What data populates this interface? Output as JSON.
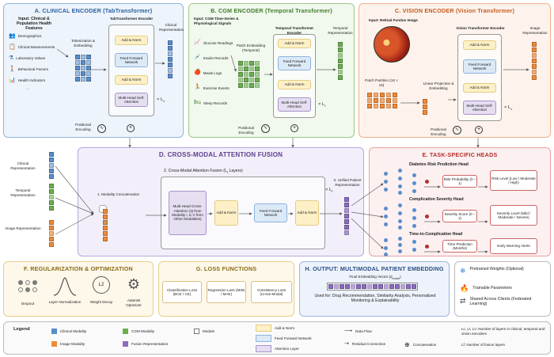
{
  "panelA": {
    "title": "A. CLINICAL ENCODER (TabTransformer)",
    "input_label": "Input: Clinical & Population Health Features",
    "features": [
      "Demographics",
      "Clinical Measurements",
      "Laboratory Values",
      "Behavioral Factors",
      "Health Indicators",
      "..."
    ],
    "tokenization": "Tokenization & Embedding",
    "encoder_title": "TabTransformer Encoder",
    "add_norm": "Add & Norm",
    "ffn": "Feed Forward Network",
    "mhsa": "Multi-Head Self-Attention",
    "repr": "Clinical Representation",
    "layers": "× L",
    "layers_sub": "c",
    "pos_enc": "Positional Encoding"
  },
  "panelB": {
    "title": "B. CGM ENCODER (Temporal Transformer)",
    "input_label": "Input: CGM Time-Series & Physiological Signals",
    "signals": [
      "Glucose Readings",
      "Insulin Records",
      "Meals Logs",
      "Exercise Events",
      "Sleep Records"
    ],
    "patch_embed": "Patch Embedding (Temporal)",
    "encoder_title": "Temporal Transformer Encoder",
    "add_norm": "Add & Norm",
    "ffn": "Feed Forward Network",
    "mhsa": "Multi-Head Self-Attention",
    "repr": "Temporal Representation",
    "layers": "× L",
    "layers_sub": "t",
    "pos_enc": "Positional Encoding"
  },
  "panelC": {
    "title": "C. VISION ENCODER (Vision Transformer)",
    "input_label": "Input: Retinal Fundus Image",
    "patch_partition": "Patch Partition (16 × 16)",
    "linear_proj": "Linear Projection & Embedding",
    "encoder_title": "Vision Transformer Encoder",
    "add_norm": "Add & Norm",
    "ffn": "Feed Forward Network",
    "mhsa": "Multi-Head Self-Attention",
    "repr": "Image Representation",
    "layers": "× L",
    "layers_sub": "v",
    "pos_enc": "Positional Encoding"
  },
  "panelD": {
    "title": "D. CROSS-MODAL ATTENTION FUSION",
    "inputs": [
      "Clinical Representation",
      "Temporal Representation",
      "Image Representation"
    ],
    "step1": "1. Modality Concatenation",
    "step2": "2. Cross-Modal Attention Fusion (L",
    "step2_sub": "f",
    "step2_end": " Layers)",
    "mhca": "Multi-Head Cross-Attention (Q from Modality i, K,V from Other Modalities)",
    "add_norm": "Add & Norm",
    "ffn": "Feed Forward Network",
    "step3": "3. Unified Patient Representation",
    "layers": "× L",
    "layers_sub": "f"
  },
  "panelE": {
    "title": "E. TASK-SPECIFIC HEADS",
    "heads": [
      {
        "title": "Diabetes Risk Prediction Head",
        "output": "Risk Probability (0 – 1)",
        "result": "Risk Level (Low / Moderate / High)"
      },
      {
        "title": "Complication Severity Head",
        "output": "Severity Score (0 – 1)",
        "result": "Severity Level (Mild / Moderate / Severe)"
      },
      {
        "title": "Time-to-Complication Head",
        "output": "Time Prediction (Months)",
        "result": "Early Warning Alerts"
      }
    ]
  },
  "panelF": {
    "title": "F. REGULARIZATION & OPTIMIZATION",
    "items": [
      "Dropout",
      "Layer Normalization",
      "Weight Decay",
      "AdamW Optimizer"
    ],
    "weight_decay_glyph": "L2"
  },
  "panelG": {
    "title": "G. LOSS FUNCTIONS",
    "items": [
      "Classification Loss (BCE / CE)",
      "Regression Loss (MSE / MAE)",
      "Consistency Loss (Cross-Modal)"
    ]
  },
  "panelH": {
    "title": "H. OUTPUT: MULTIMODAL PATIENT EMBEDDING",
    "vector_label": "Final Embedding Vector (d",
    "vector_sub": "model",
    "vector_end": ")",
    "usage": "Used for: Drug Recommendation, Similarity Analysis, Personalized Monitoring & Explainability"
  },
  "side_legend": {
    "pretrained": "Pretrained Weights (Optional)",
    "trainable": "Trainable Parameters",
    "shared": "Shared Across Clients (Federated Learning)"
  },
  "legend": {
    "title": "Legend",
    "items": [
      {
        "label": "Clinical Modality",
        "color": "#5a8ecb"
      },
      {
        "label": "CGM Modality",
        "color": "#6aaf4f"
      },
      {
        "label": "Module",
        "color": "#ffffff"
      },
      {
        "label": "Image Modality",
        "color": "#ef8a38"
      },
      {
        "label": "Fusion Representation",
        "color": "#8a6cbf"
      }
    ],
    "blocks": [
      "Add & Norm",
      "Feed Forward Network",
      "Attention Layer"
    ],
    "data_flow": "Data Flow",
    "residual": "Residual Connection",
    "concat": "Concatenation",
    "notes": "L",
    "note1": "c, L",
    "note_full1": "Lc, Lt, Lv: Number of layers in clinical, temporal and vision encoders",
    "note_full2": "Lf: Number of fusion layers"
  },
  "colors": {
    "clinical": "#5a8ecb",
    "cgm": "#6aaf4f",
    "image": "#ef8a38",
    "fusion": "#8a6cbf",
    "add_norm": "#fdf0c6",
    "ffn": "#dce9f7",
    "attention": "#e6def1"
  }
}
